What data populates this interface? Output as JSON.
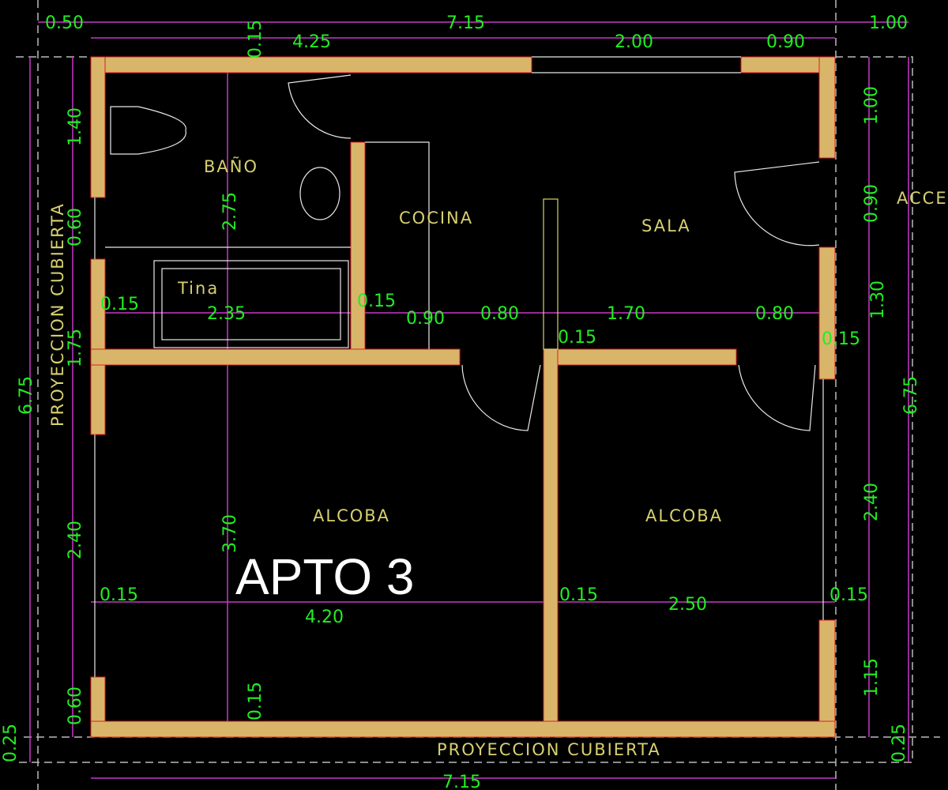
{
  "title": "APTO 3",
  "colors": {
    "background": "#000000",
    "wall": "#d9b56a",
    "dimension_text": "#22ee22",
    "dimension_line": "#c838c8",
    "room_label": "#d8d070",
    "fixture": "#e8e8e8"
  },
  "rooms": {
    "bath": "BAÑO",
    "tub": "Tina",
    "kitchen": "COCINA",
    "living": "SALA",
    "bedroom_left": "ALCOBA",
    "bedroom_right": "ALCOBA",
    "access": "ACCE"
  },
  "roof_projection": {
    "left": "PROYECCION CUBIERTA",
    "bottom": "PROYECCION CUBIERTA"
  },
  "dimensions": {
    "top": {
      "left_overhang": "0.50",
      "total": "7.15",
      "right_overhang": "1.00",
      "bath_width": "4.25",
      "window": "2.00",
      "right_segment": "0.90",
      "wall_thk": "0.15"
    },
    "left": {
      "total": "6.75",
      "seg1": "1.40",
      "seg2": "0.60",
      "seg3": "1.75",
      "seg4": "2.40",
      "seg5": "0.60",
      "bottom_overhang": "0.25"
    },
    "right": {
      "total": "6.75",
      "seg1": "1.00",
      "seg2": "0.90",
      "seg3": "1.30",
      "seg4": "2.40",
      "seg5": "1.15",
      "bottom_overhang": "0.25"
    },
    "interior": {
      "bath_height": "2.75",
      "bed_height": "3.70",
      "bottom_wall": "0.15",
      "row1": [
        "0.15",
        "2.35",
        "0.15",
        "0.90",
        "0.80",
        "1.70",
        "0.80",
        "0.15"
      ],
      "partition": "0.15",
      "row2": [
        "0.15",
        "4.20",
        "0.15",
        "2.50",
        "0.15"
      ]
    },
    "bottom": {
      "total": "7.15"
    }
  }
}
